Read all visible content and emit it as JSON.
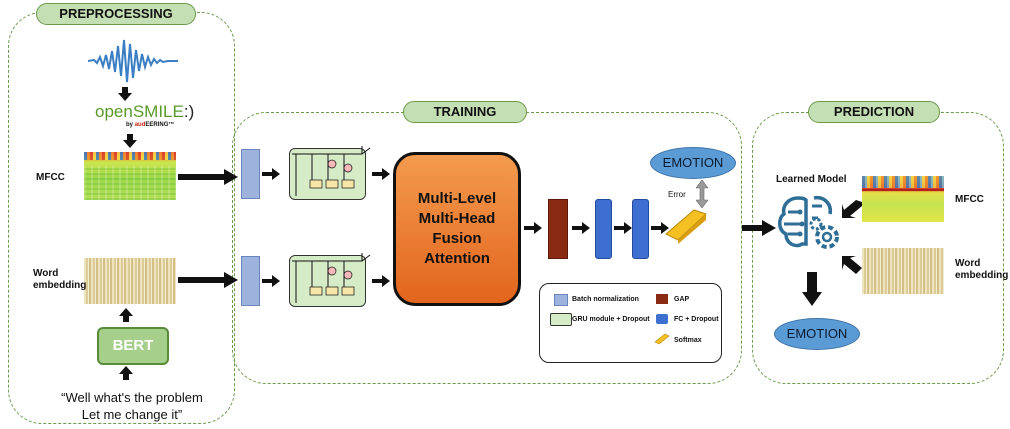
{
  "panels": {
    "preprocessing": "PREPROCESSING",
    "training": "TRAINING",
    "prediction": "PREDICTION"
  },
  "preprocessing": {
    "tool_name": "openSMILE",
    "tool_name_suffix": ":)",
    "tool_by": "by",
    "tool_vendor_prefix": "aud",
    "tool_vendor_suffix": "EERING™",
    "mfcc_label": "MFCC",
    "word_embedding_label": "Word embedding",
    "bert_label": "BERT",
    "quote_line1": "“Well what's the problem",
    "quote_line2": "Let me change it”"
  },
  "training": {
    "fusion_line1": "Multi-Level",
    "fusion_line2": "Multi-Head",
    "fusion_line3": "Fusion",
    "fusion_line4": "Attention",
    "emotion_label": "EMOTION",
    "error_label": "Error",
    "legend": {
      "batch_norm": "Batch normalization",
      "gru": "GRU module + Dropout",
      "gap": "GAP",
      "fc": "FC + Dropout",
      "softmax": "Softmax"
    }
  },
  "prediction": {
    "learned_model_label": "Learned Model",
    "mfcc_label": "MFCC",
    "word_embedding_label": "Word embedding",
    "emotion_label": "EMOTION"
  },
  "colors": {
    "panel_border": "#6b9a4a",
    "pill_fill": "#c5dfb4",
    "emotion_fill": "#5b9bd5",
    "batch_norm": "#9db2dd",
    "gap": "#8b2a12",
    "fc": "#3d6fd1",
    "softmax": "#f5c022",
    "fusion": "#e2651d",
    "bert": "#a5cf8a"
  }
}
